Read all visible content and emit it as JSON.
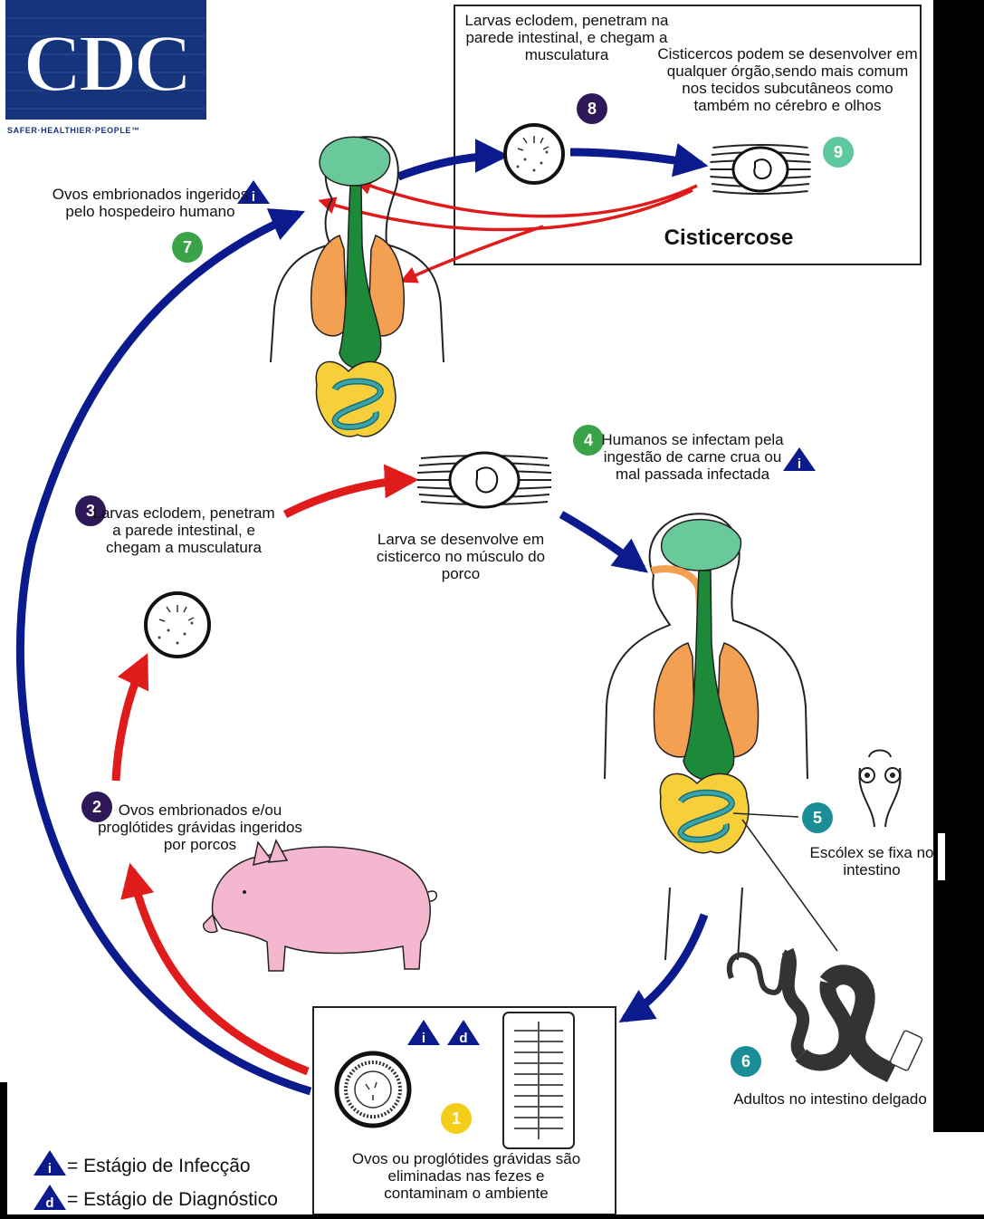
{
  "logo": {
    "text": "CDC",
    "tagline": "SAFER·HEALTHIER·PEOPLE™"
  },
  "cysticercosis": {
    "title": "Cisticercose",
    "step8": {
      "number": "8",
      "text": "Larvas eclodem, penetram na parede intestinal, e chegam a musculatura"
    },
    "step9": {
      "number": "9",
      "text": "Cisticercos podem se desenvolver em qualquer órgão,sendo mais comum nos tecidos subcutâneos como também no cérebro e olhos"
    }
  },
  "step7": {
    "number": "7",
    "text": "Ovos embrionados ingeridos pelo hospedeiro humano"
  },
  "step3": {
    "number": "3",
    "text": "Larvas eclodem, penetram a parede intestinal, e chegam a musculatura"
  },
  "step2": {
    "number": "2",
    "text": "Ovos embrionados e/ou proglótides grávidas ingeridos por porcos"
  },
  "step4": {
    "number": "4",
    "text": "Humanos se infectam pela ingestão de carne crua ou mal passada infectada"
  },
  "cyst_pork": {
    "text": "Larva se desenvolve em cisticerco no músculo do porco"
  },
  "step5": {
    "number": "5",
    "text": "Escólex se fixa no intestino"
  },
  "step6": {
    "number": "6",
    "text": "Adultos no intestino delgado"
  },
  "step1": {
    "number": "1",
    "text": "Ovos ou proglótides grávidas são eliminadas nas fezes e contaminam o ambiente"
  },
  "legend": {
    "infection_symbol": "i",
    "diagnosis_symbol": "d",
    "infection": "= Estágio de Infecção",
    "diagnosis": "= Estágio de Diagnóstico"
  },
  "colors": {
    "blue_arrow": "#0b1a8c",
    "red_arrow": "#e01b1b",
    "badge_purple": "#2e1858",
    "badge_green": "#3aa348",
    "badge_mint": "#5ec9a0",
    "badge_teal": "#1b8d96",
    "badge_yellow": "#f4cc1a",
    "organ_orange": "#f3a052",
    "organ_green": "#1d8a3a",
    "organ_mint": "#69c99b",
    "organ_yellow": "#f7cf3a",
    "organ_teal": "#3aa5a8",
    "pig_pink": "#f4b7cf"
  },
  "icons": [
    "infection-stage-icon",
    "diagnostic-stage-icon",
    "egg-icon",
    "cysticercus-icon",
    "oncosphere-icon",
    "scolex-icon",
    "tapeworm-icon",
    "proglottid-icon",
    "pig-icon",
    "human-body-icon"
  ]
}
